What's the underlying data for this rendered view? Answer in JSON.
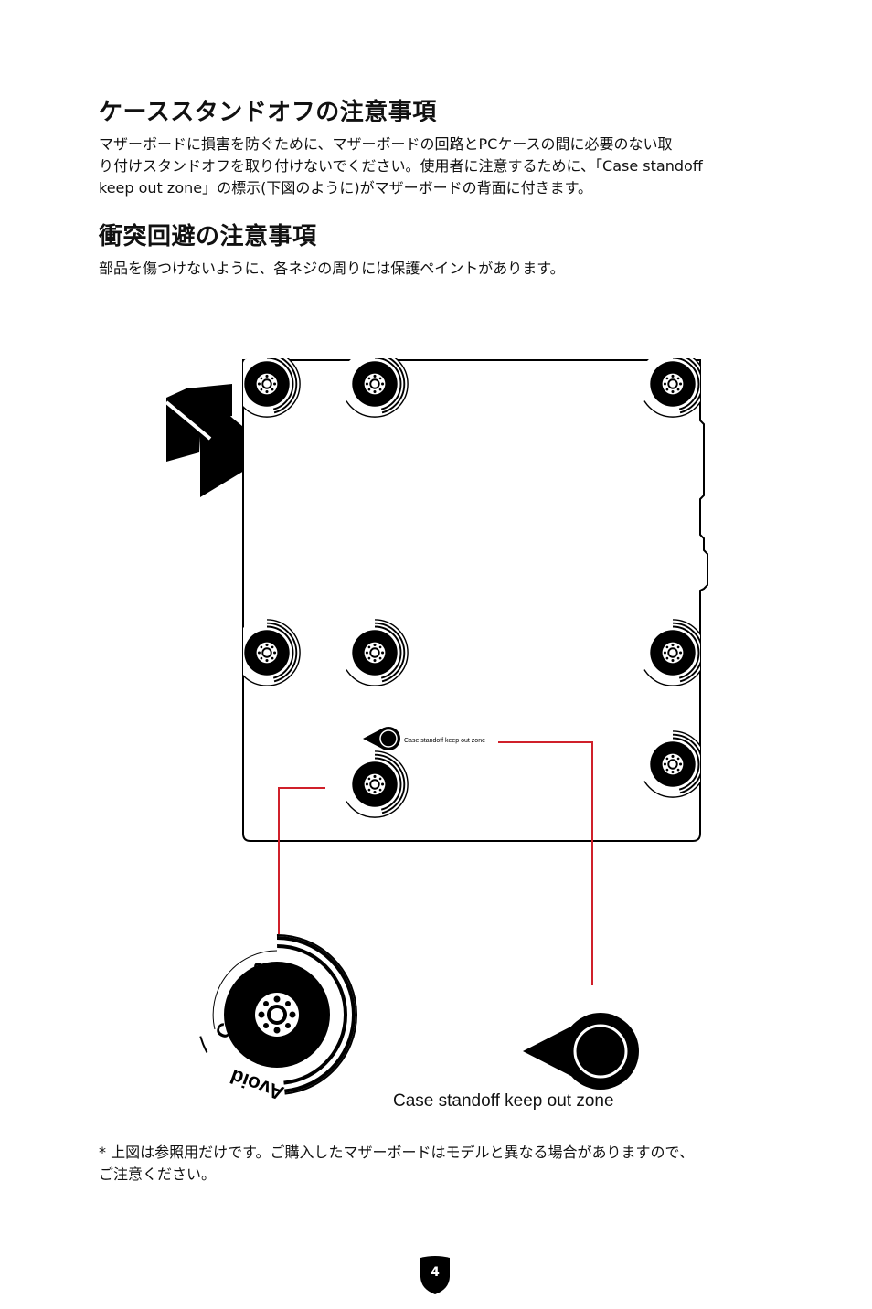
{
  "section1": {
    "title": "ケーススタンドオフの注意事項",
    "lines": [
      "マザーボードに損害を防ぐために、マザーボードの回路とPCケースの間に必要のない取",
      "り付けスタンドオフを取り付けないでください。使用者に注意するために、「Case standoff",
      "keep out zone」の標示(下図のように)がマザーボードの背面に付きます。"
    ]
  },
  "section2": {
    "title": "衝突回避の注意事項",
    "body": "部品を傷つけないように、各ネジの周りには保護ペイントがあります。"
  },
  "diagram": {
    "small_label": "Case standoff keep out zone",
    "badge_word1": "Avoid",
    "badge_word2": "Collision",
    "large_label": "Case standoff keep out zone",
    "accent_color": "#d0202a"
  },
  "note": {
    "lines": [
      "* 上図は参照用だけです。ご購入したマザーボードはモデルと異なる場合がありますので、",
      "ご注意ください。"
    ]
  },
  "page_number": "4"
}
